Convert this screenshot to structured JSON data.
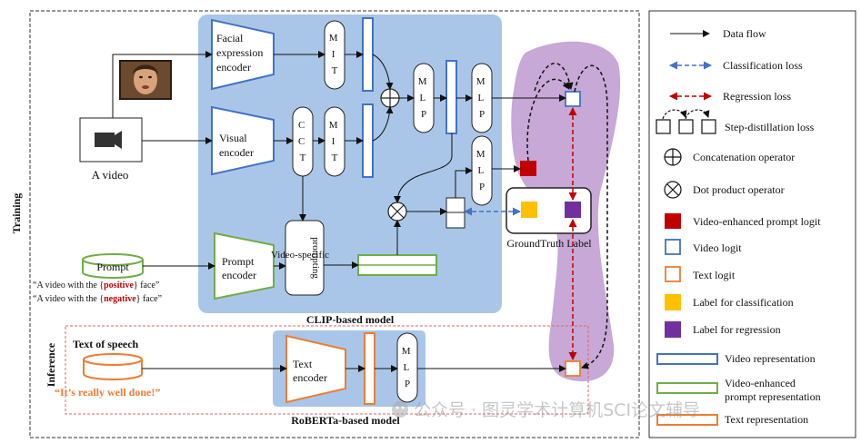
{
  "side_labels": {
    "training": "Training",
    "inference": "Inference"
  },
  "clip": {
    "title": "CLIP-based model",
    "facial_encoder": [
      "Facial",
      "expression",
      "encoder"
    ],
    "visual_encoder": [
      "Visual",
      "encoder"
    ],
    "prompt_encoder": [
      "Prompt",
      "encoder"
    ],
    "mit": [
      "M",
      "I",
      "T"
    ],
    "cct": [
      "C",
      "C",
      "T"
    ],
    "mlp": [
      "M",
      "L",
      "P"
    ],
    "video_specific_prompting": [
      "Video-specific",
      "prompting"
    ]
  },
  "video_label": "A video",
  "prompt_label": "Prompt",
  "prompt_examples": [
    {
      "pre": "“A video with the {",
      "word": "positive",
      "post": "} face”"
    },
    {
      "pre": "“A video with the {",
      "word": "negative",
      "post": "} face”"
    }
  ],
  "ground_truth_label": "GroundTruth Label",
  "roberta": {
    "title": "RoBERTa-based model",
    "text_encoder": [
      "Text",
      "encoder"
    ],
    "mlp": [
      "M",
      "L",
      "P"
    ],
    "text_of_speech": "Text of speech",
    "speech_quote": "“It’s really well done!”"
  },
  "legend": [
    {
      "icon": "data-flow-arrow",
      "label": "Data flow"
    },
    {
      "icon": "classification-loss-arrow",
      "label": "Classification loss"
    },
    {
      "icon": "regression-loss-arrow",
      "label": "Regression loss"
    },
    {
      "icon": "step-distillation-icon",
      "label": "Step-distillation loss"
    },
    {
      "icon": "concatenation-operator-icon",
      "label": "Concatenation operator"
    },
    {
      "icon": "dot-product-operator-icon",
      "label": "Dot product operator"
    },
    {
      "icon": "video-enhanced-prompt-logit-icon",
      "label": "Video-enhanced prompt logit"
    },
    {
      "icon": "video-logit-icon",
      "label": "Video logit"
    },
    {
      "icon": "text-logit-icon",
      "label": "Text logit"
    },
    {
      "icon": "label-classification-icon",
      "label": "Label for classification"
    },
    {
      "icon": "label-regression-icon",
      "label": "Label for regression"
    },
    {
      "icon": "video-representation-icon",
      "label": "Video representation"
    },
    {
      "icon": "video-enhanced-prompt-representation-icon",
      "label": [
        "Video-enhanced",
        "prompt representation"
      ]
    },
    {
      "icon": "text-representation-icon",
      "label": "Text representation"
    }
  ],
  "watermark": "公众号 · 图灵学术计算机SCI论文辅导",
  "colors": {
    "clip_panel": "#a9c6e8",
    "roberta_panel": "#a9c6e8",
    "purple_region": "#c7a8d6",
    "blue": "#4472c4",
    "green": "#70ad47",
    "orange": "#ed7d31",
    "red": "#c00000",
    "yellow": "#ffc000",
    "purple": "#7030a0",
    "class_loss": "#4472c4",
    "reg_loss": "#c00000"
  }
}
